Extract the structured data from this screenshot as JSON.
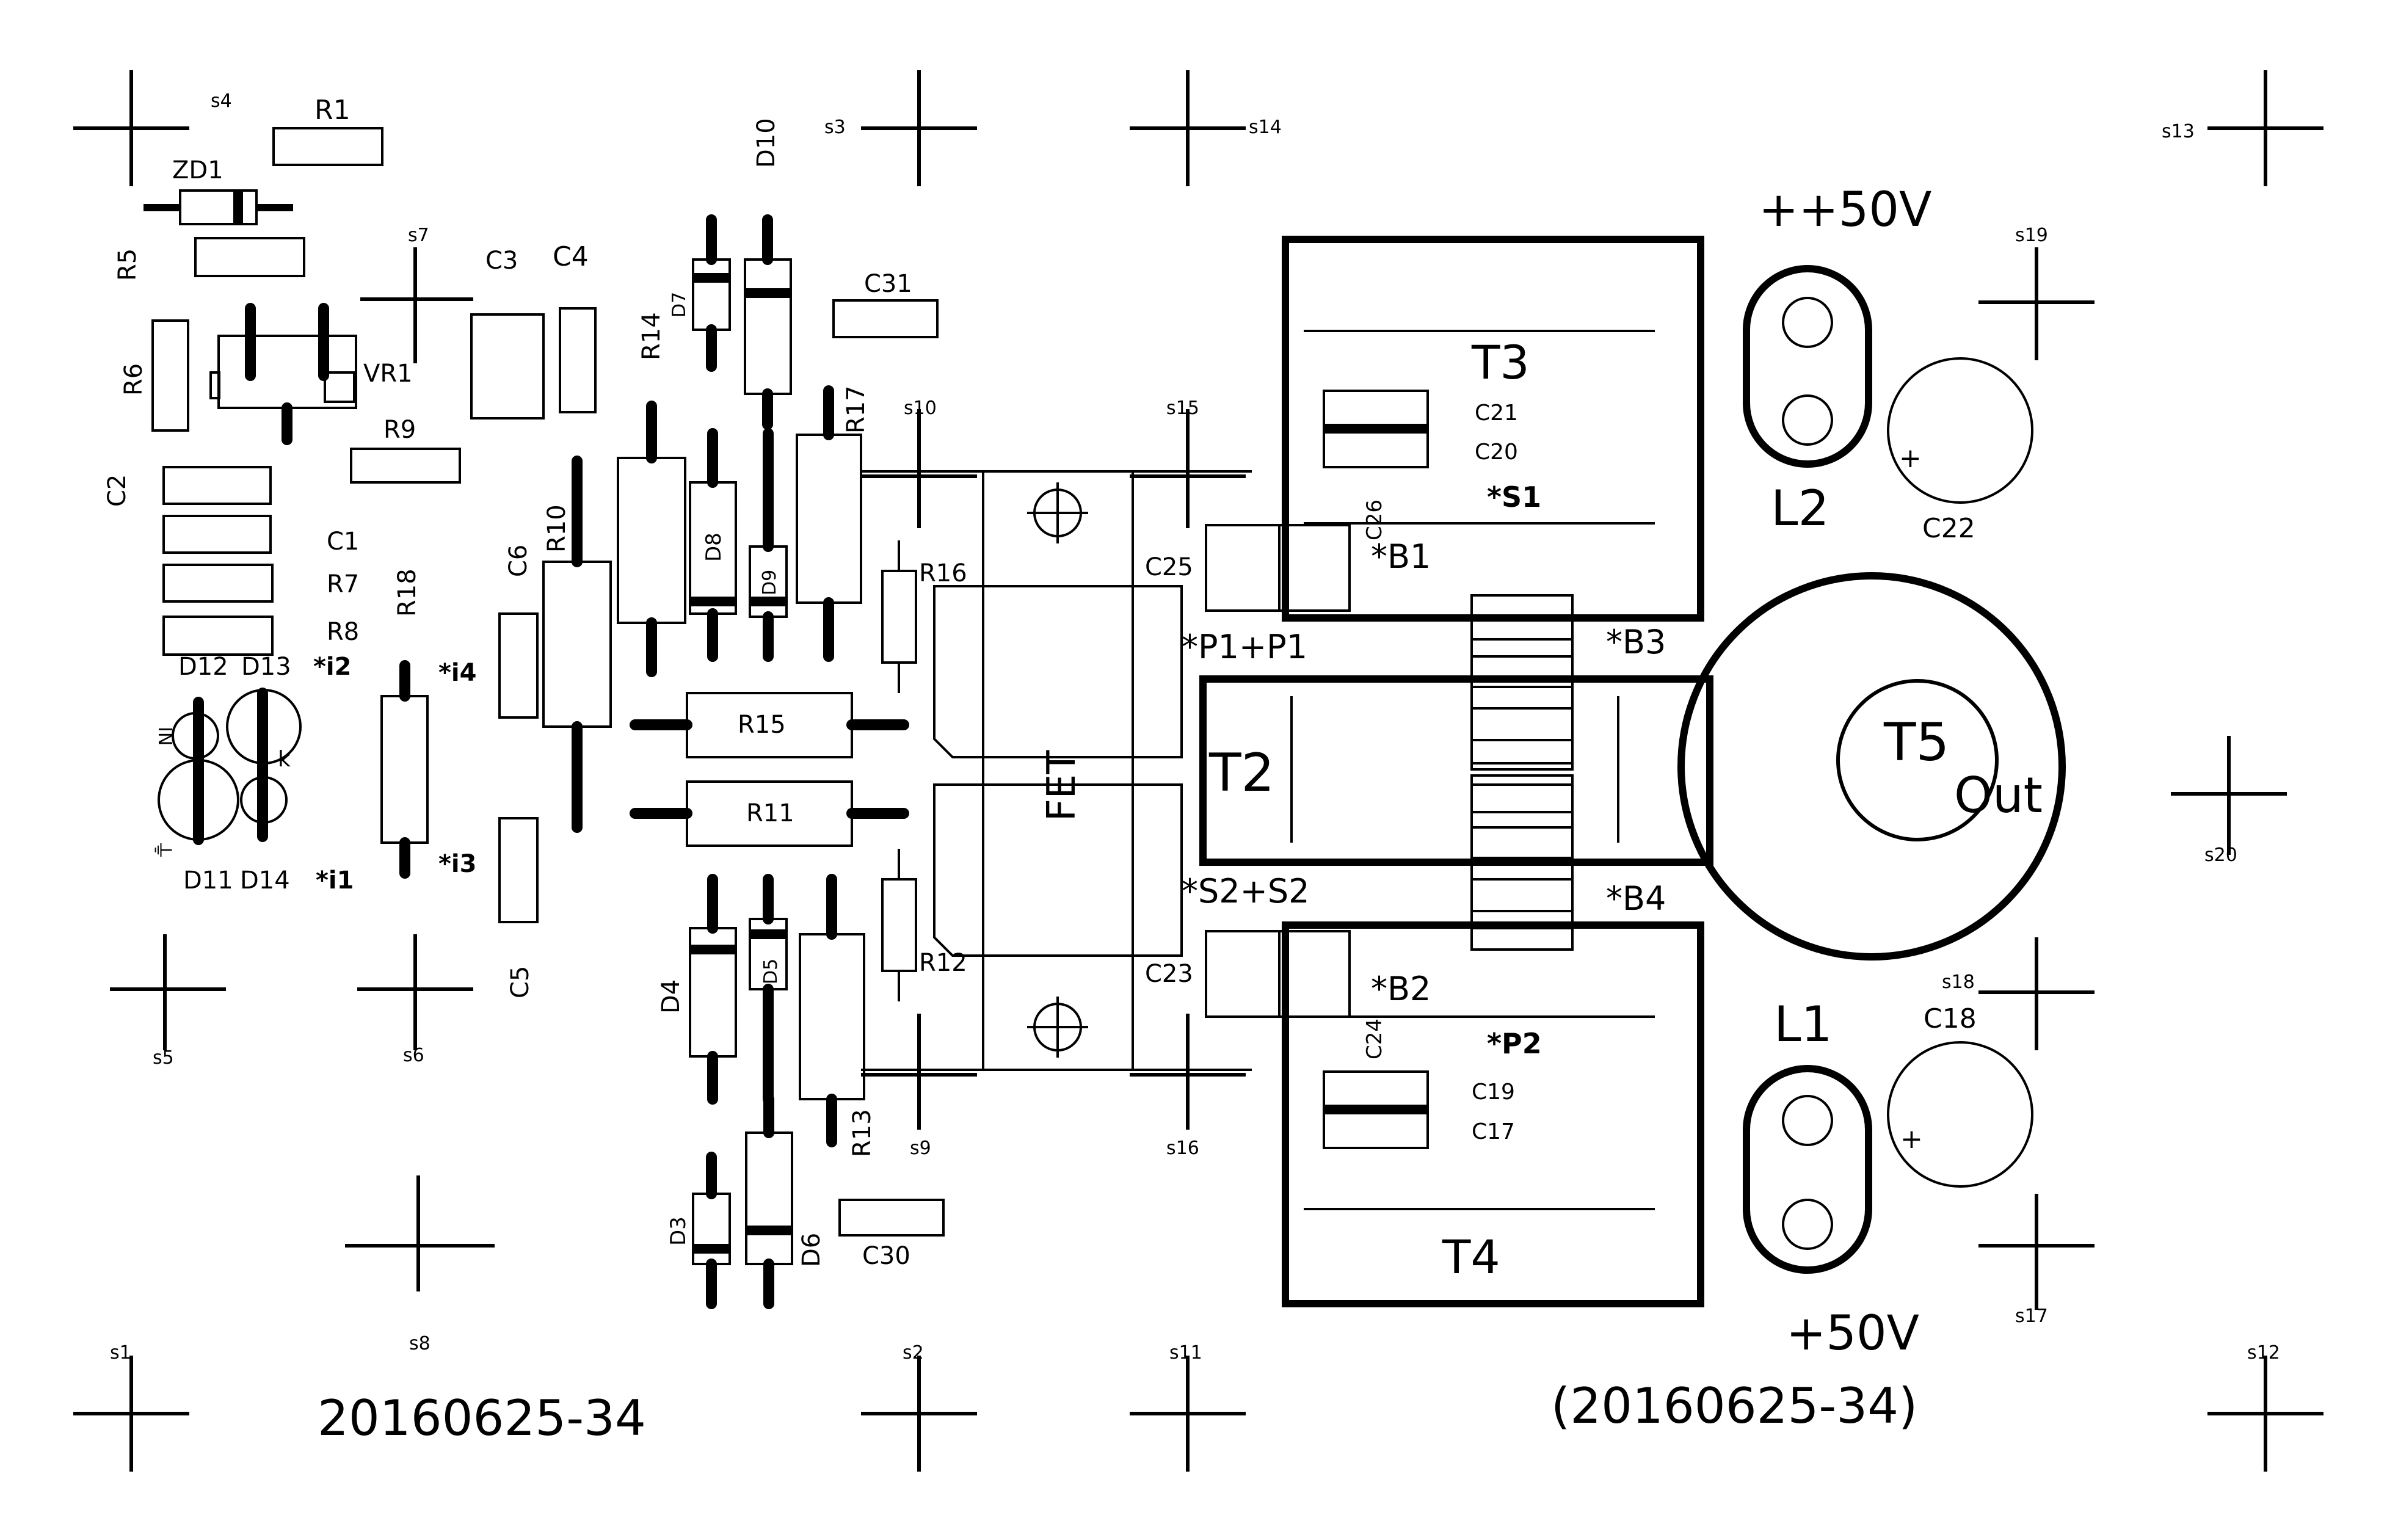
{
  "fiducials": [
    "s1",
    "s2",
    "s3",
    "s4",
    "s5",
    "s6",
    "s7",
    "s8",
    "s9",
    "s10",
    "s11",
    "s12",
    "s13",
    "s14",
    "s15",
    "s16",
    "s17",
    "s18",
    "s19",
    "s20"
  ],
  "resistors": [
    "R1",
    "R5",
    "R6",
    "R7",
    "R8",
    "R9",
    "R10",
    "R11",
    "R12",
    "R13",
    "R14",
    "R15",
    "R16",
    "R17",
    "R18"
  ],
  "capacitors": [
    "C1",
    "C2",
    "C3",
    "C4",
    "C5",
    "C6",
    "C17",
    "C18",
    "C19",
    "C20",
    "C21",
    "C22",
    "C23",
    "C24",
    "C25",
    "C26",
    "C30",
    "C31"
  ],
  "diodes": [
    "D3",
    "D4",
    "D5",
    "D6",
    "D7",
    "D8",
    "D9",
    "D10",
    "D11",
    "D12",
    "D13",
    "D14",
    "ZD1"
  ],
  "pot": "VR1",
  "transformers": [
    "T2",
    "T3",
    "T4",
    "T5"
  ],
  "inductors": [
    "L1",
    "L2"
  ],
  "transistor": "FET",
  "pads": {
    "i1": "*i1",
    "i2": "*i2",
    "i3": "*i3",
    "i4": "*i4",
    "P1": "*P1+P1",
    "S2": "*S2+S2",
    "B1": "*B1",
    "B2": "*B2",
    "B3": "*B3",
    "B4": "*B4",
    "S1": "*S1",
    "P2": "*P2"
  },
  "misc": {
    "out": "Out",
    "in_mark": "IN",
    "k_mark": "k",
    "ground": "⏚",
    "plus": "+"
  },
  "supply": {
    "top": "++50V",
    "bottom": "+50V"
  },
  "board_id": "20160625-34",
  "board_id_mirror": "(20160625-34)"
}
